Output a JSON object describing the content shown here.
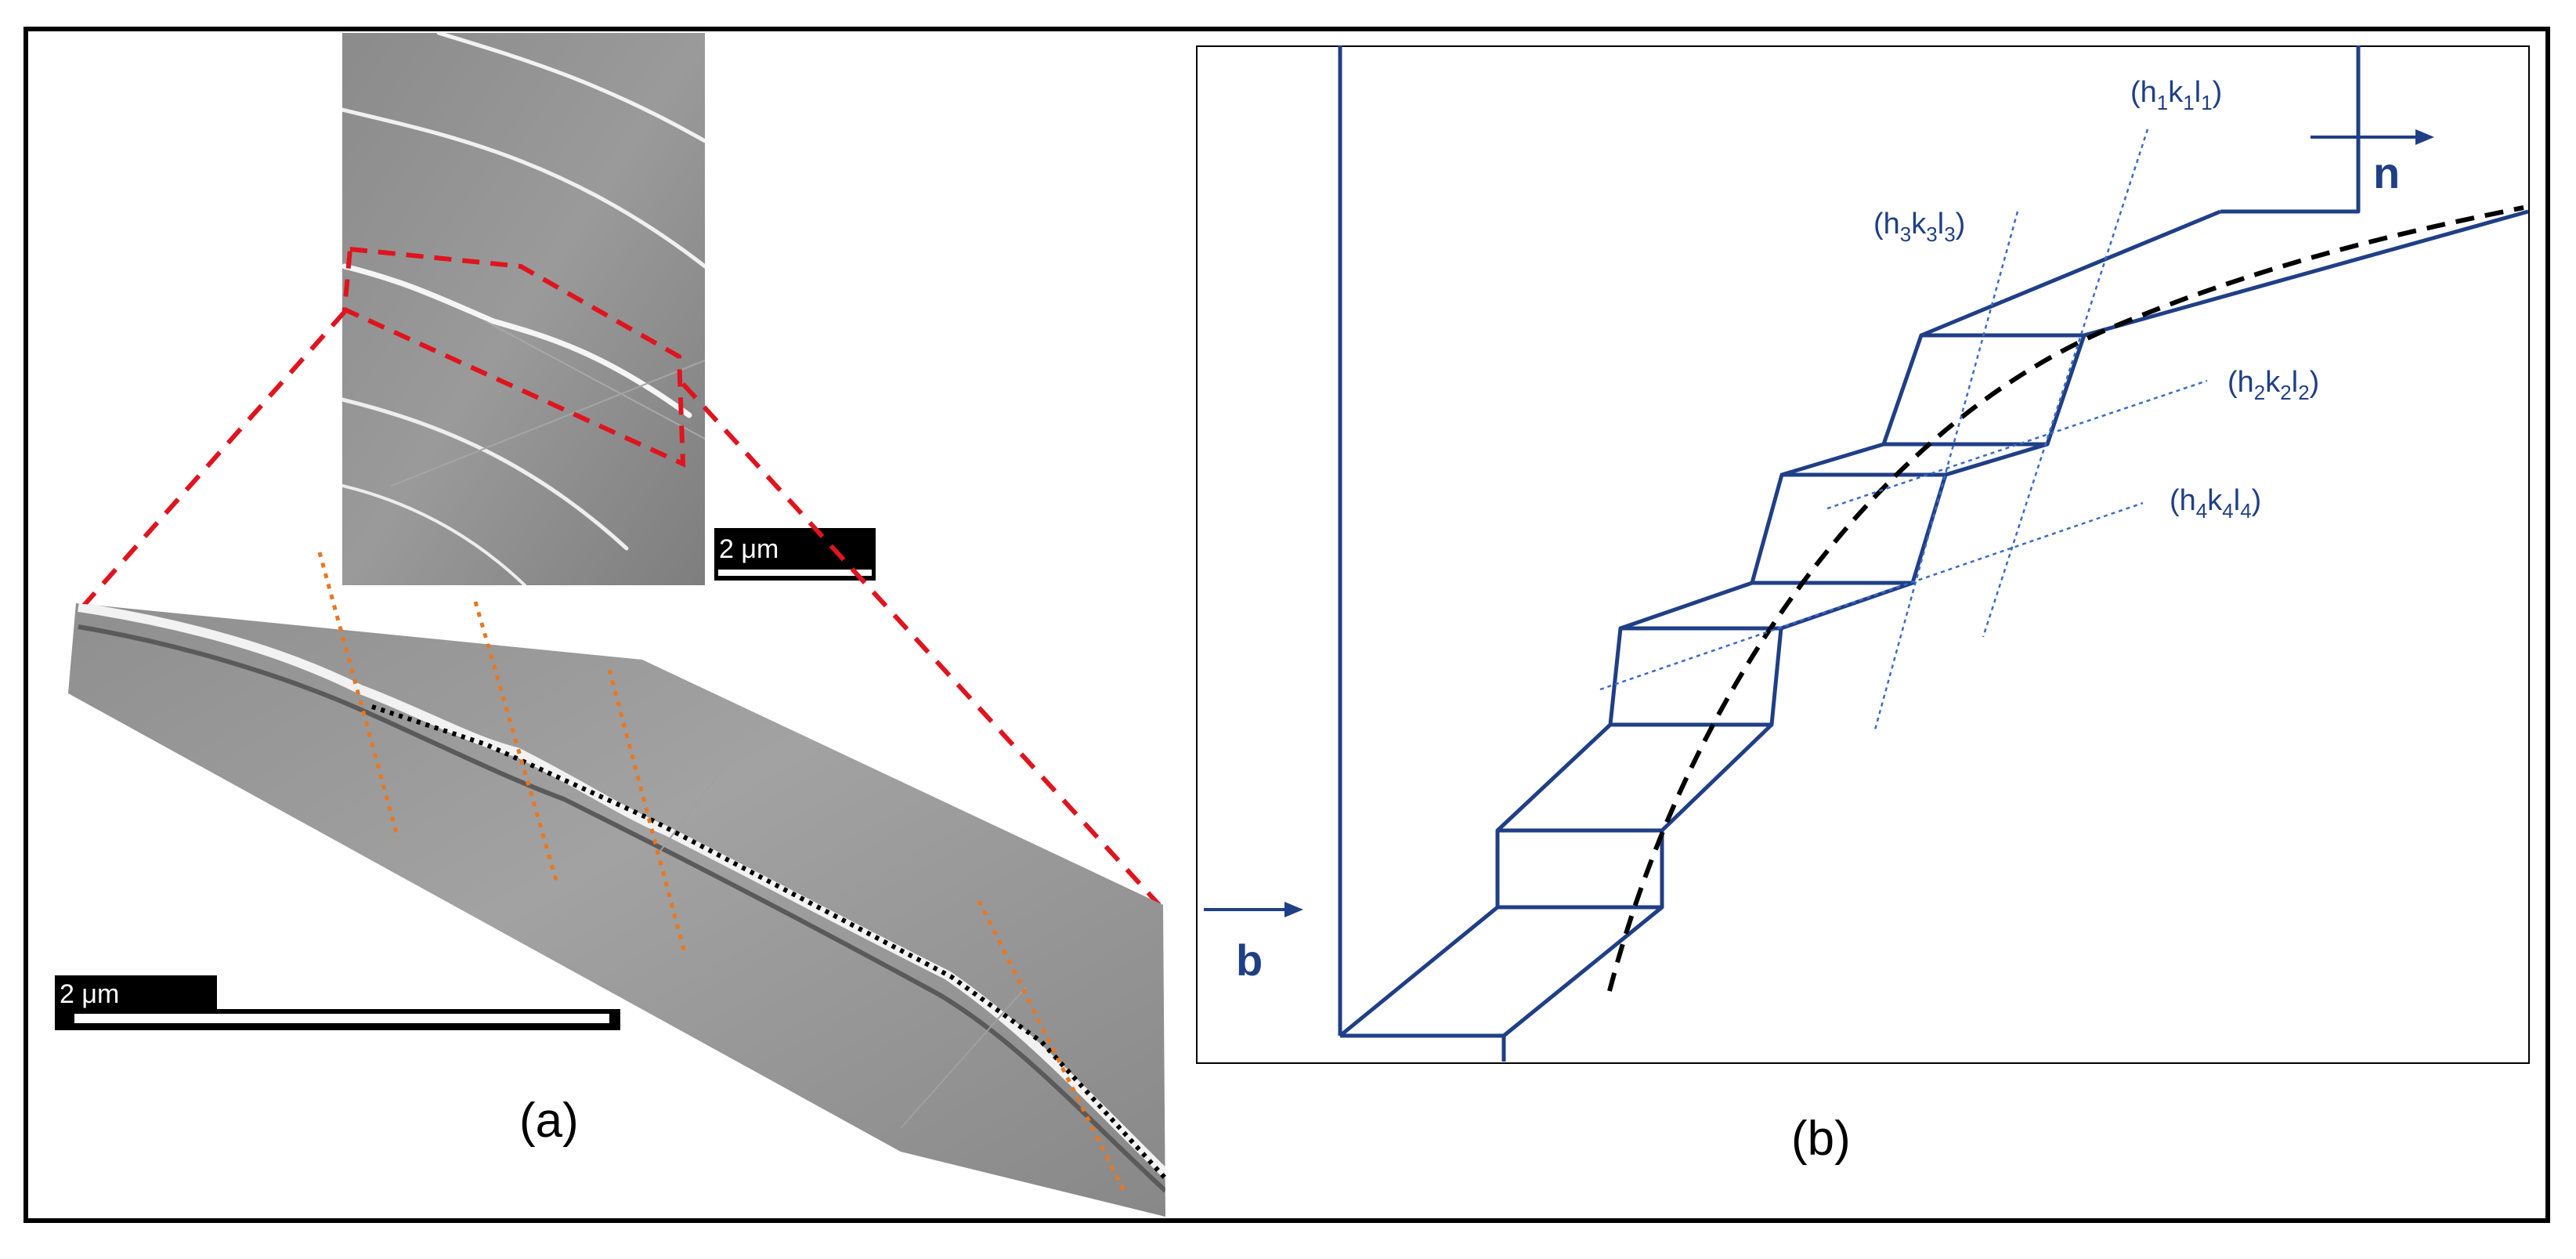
{
  "figure": {
    "panel_a": {
      "caption": "(a)",
      "inset_scale_bar_label": "2 μm",
      "main_scale_bar_label": "2 μm"
    },
    "panel_b": {
      "caption": "(b)",
      "vector_b": "b",
      "vector_n": "n",
      "planes": [
        {
          "h": "h",
          "hs": "1",
          "k": "k",
          "ks": "1",
          "l": "l",
          "ls": "1"
        },
        {
          "h": "h",
          "hs": "3",
          "k": "k",
          "ks": "3",
          "l": "l",
          "ls": "3"
        },
        {
          "h": "h",
          "hs": "2",
          "k": "k",
          "ks": "2",
          "l": "l",
          "ls": "2"
        },
        {
          "h": "h",
          "hs": "4",
          "k": "k",
          "ks": "4",
          "l": "l",
          "ls": "4"
        }
      ]
    },
    "colors": {
      "frame": "#000000",
      "zoom_outline": "#e0141e",
      "trace_lines": "#e87722",
      "dislocation_path": "#000000",
      "schematic": "#1f3f86"
    }
  }
}
